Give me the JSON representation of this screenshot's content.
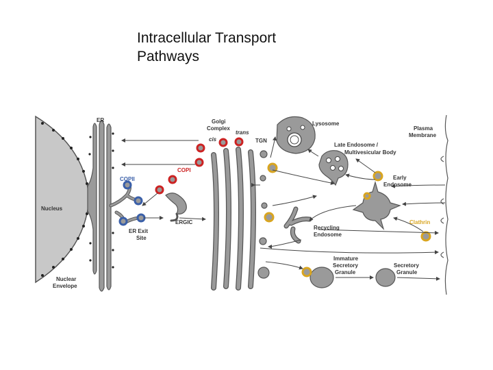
{
  "title": {
    "line1": "Intracellular Transport",
    "line2": "Pathways"
  },
  "labels": {
    "er": "ER",
    "golgi_line1": "Golgi",
    "golgi_line2": "Complex",
    "cis": "cis",
    "trans": "trans",
    "tgn": "TGN",
    "lysosome": "Lysosome",
    "plasma_line1": "Plasma",
    "plasma_line2": "Membrane",
    "late_endo_line1": "Late Endosome /",
    "late_endo_line2": "Multivesicular Body",
    "copi": "COPI",
    "copii": "COPII",
    "early_endo_line1": "Early",
    "early_endo_line2": "Endosome",
    "nucleus": "Nucleus",
    "ergic": "ERGIC",
    "er_exit_line1": "ER Exit",
    "er_exit_line2": "Site",
    "clathrin": "Clathrin",
    "recycling_line1": "Recycling",
    "recycling_line2": "Endosome",
    "nuclear_env_line1": "Nuclear",
    "nuclear_env_line2": "Envelope",
    "immature_line1": "Immature",
    "immature_line2": "Secretory",
    "immature_line3": "Granule",
    "secretory_line1": "Secretory",
    "secretory_line2": "Granule"
  },
  "colors": {
    "organelle": "#9a9a9a",
    "outline": "#555555",
    "nucleus": "#c8c8c8",
    "copi": "#cc2222",
    "copii": "#3a5fa8",
    "clathrin": "#d9a520",
    "arrow": "#444444"
  }
}
